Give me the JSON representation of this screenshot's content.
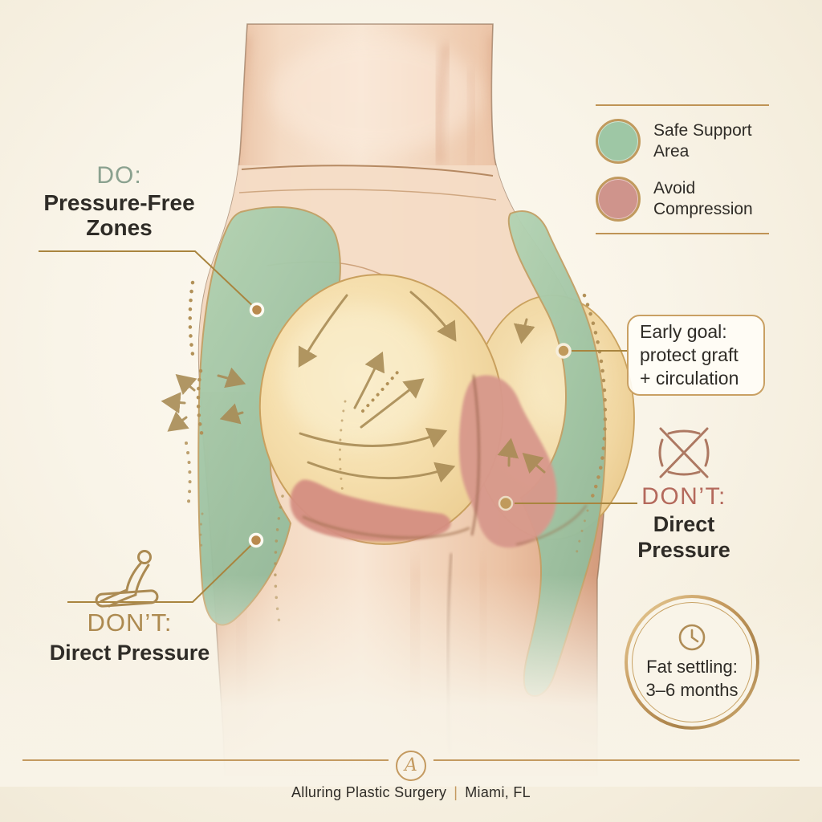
{
  "legend": {
    "items": [
      {
        "name": "safe-support-area",
        "color": "#9ec7a5",
        "lines": [
          "Safe Support",
          "Area"
        ]
      },
      {
        "name": "avoid-compression",
        "color": "#cf948c",
        "lines": [
          "Avoid",
          "Compression"
        ]
      }
    ]
  },
  "do_label": {
    "title": "DO:",
    "lines": [
      "Pressure-Free",
      "Zones"
    ]
  },
  "early_goal": {
    "lines": [
      "Early goal:",
      "protect graft",
      "+ circulation"
    ]
  },
  "dont_right": {
    "title": "DON’T:",
    "lines": [
      "Direct",
      "Pressure"
    ]
  },
  "dont_left": {
    "title": "DON’T:",
    "line": "Direct Pressure"
  },
  "badge": {
    "lines": [
      "Fat settling:",
      "3–6 months"
    ]
  },
  "footer": {
    "brand": "Alluring Plastic Surgery",
    "separator": "|",
    "location": "Miami, FL",
    "logo_letter": "A"
  },
  "icons": {
    "dont_right_icon": "crossed-circle-icon",
    "dont_left_icon": "reclining-person-icon",
    "badge_icon": "clock-icon",
    "footer_icon": "monogram-a-logo"
  },
  "colors": {
    "safe_zone": "#9ec7a5",
    "avoid_zone": "#cf948c",
    "gold": "#b98f53",
    "rose_text": "#b4695c",
    "sage_text": "#8aa18f",
    "text_dark": "#2f2c27",
    "background": "#f7f2e6",
    "skin": "#f0d0b5",
    "graft_area": "#f5dcab"
  }
}
